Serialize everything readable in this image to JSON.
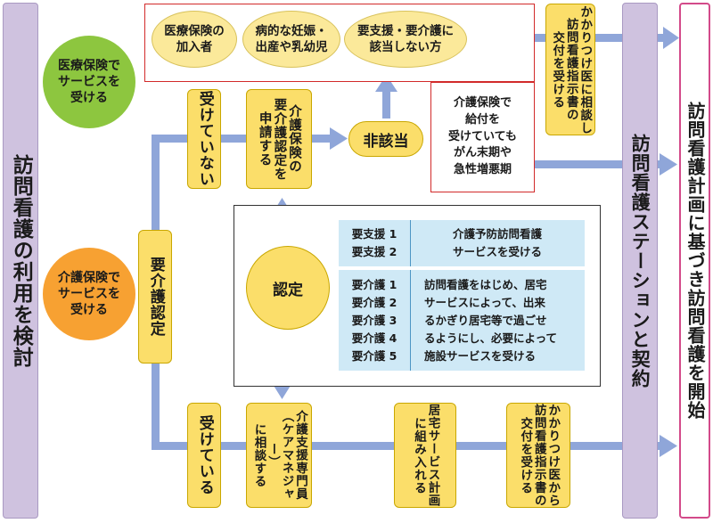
{
  "left_bar": "訪問看護の利用を検討",
  "station_bar": "訪問看護ステーションと契約",
  "right_bar": "訪問看護計画に基づき訪問看護を開始",
  "insurance_circle": "医療保険で\nサービスを\n受ける",
  "care_circle": "介護保険で\nサービスを\n受ける",
  "care_cert_box": "要介護認定",
  "not_receiving": "受けていない",
  "receiving": "受けている",
  "apply_box": "介護保険の\n要介護認定を\n申請する",
  "hi_gaito": "非該当",
  "cert_circle": "認定",
  "red_group": {
    "item1": "医療保険の\n加入者",
    "item2": "病的な妊娠・\n出産や乳幼児",
    "item3": "要支援・要介護に\n該当しない方"
  },
  "doctor_box_top": "かかりつけ医に相談し\n訪問看護指示書の\n交付を受ける",
  "cancer_box": "介護保険で\n給付を\n受けていても\nがん末期や\n急性増悪期",
  "cert_table": {
    "support_levels": [
      "要支援 1",
      "要支援 2"
    ],
    "support_desc": "介護予防訪問看護\nサービスを受ける",
    "care_levels": [
      "要介護 1",
      "要介護 2",
      "要介護 3",
      "要介護 4",
      "要介護 5"
    ],
    "care_desc_lines": [
      "訪問看護をはじめ、居宅",
      "サービスによって、出来",
      "るかぎり居宅等で過ごせ",
      "るようにし、必要によって",
      "施設サービスを受ける"
    ]
  },
  "care_manager_box": "介護支援専門員\n（ケアマネジャー）\nに相談する",
  "care_plan_box": "居宅サービス計画\nに組み入れる",
  "doctor_box_bottom": "かかりつけ医から\n訪問看護指示書の\n交付を受ける",
  "colors": {
    "arrow": "#8fa6d9",
    "yellow": "#fbde6a",
    "lavender": "#cfc2df",
    "light_blue": "#cfe9f6",
    "red_border": "#d22a2a",
    "pink_border": "#d34a8a",
    "green": "#8dc63f",
    "orange": "#f7a132"
  }
}
